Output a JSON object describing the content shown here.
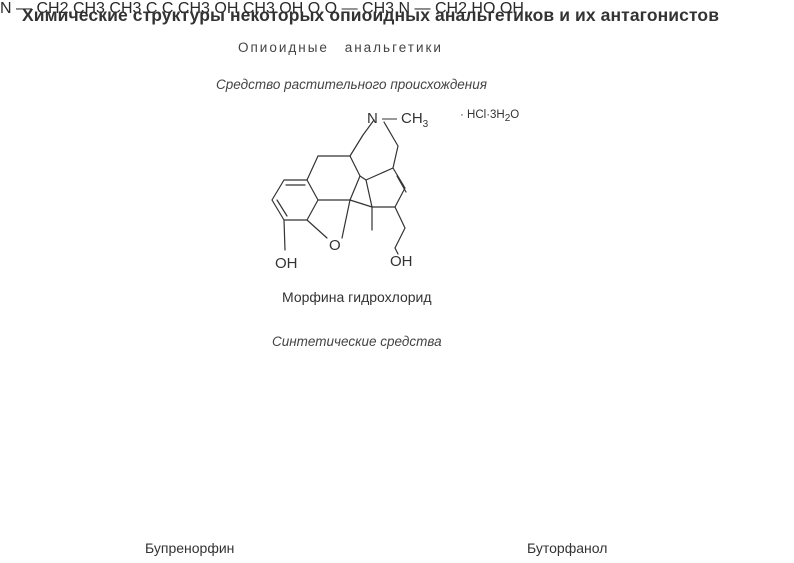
{
  "header": {
    "title": "Химические структуры некоторых опиоидных анальгетиков и их антагонистов",
    "section": "Опиоидные анальгетики"
  },
  "subtitles": {
    "plant": "Средство растительного происхождения",
    "synthetic": "Синтетические средства"
  },
  "compounds": {
    "morphine": {
      "name": "Морфина гидрохлорид",
      "labels": {
        "n": "N",
        "dash": "—",
        "ch": "CH",
        "sub3": "3",
        "salt_a": "· HCl·3H",
        "salt_sub": "2",
        "salt_b": "O",
        "oh_left": "OH",
        "o_bridge": "O",
        "oh_right": "OH"
      }
    },
    "buprenorphine": {
      "name": "Бупренорфин",
      "labels": {
        "n": "N",
        "dash": "—",
        "ch": "CH",
        "sub2": "2",
        "ch3_a": "CH",
        "ch3_b": "CH",
        "ch3_c": "CH",
        "ch3_d": "CH",
        "ch3_e": "CH",
        "sub3": "3",
        "c1": "C",
        "c2": "C",
        "oh_branch": "OH",
        "oh_phenol": "OH",
        "o_bridge": "O",
        "ome": "O",
        "ome_dash": "—"
      }
    },
    "butorphanol": {
      "name": "Буторфанол",
      "labels": {
        "n": "N",
        "dash": "—",
        "ch": "CH",
        "sub2": "2",
        "ho": "HO",
        "oh": "OH"
      }
    }
  }
}
